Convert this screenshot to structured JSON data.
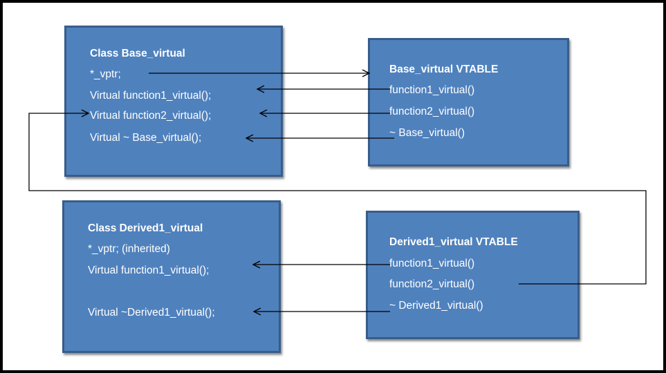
{
  "base_class": {
    "title": "Class Base_virtual",
    "vptr": "*_vptr;",
    "function1": "Virtual function1_virtual();",
    "function2": "Virtual function2_virtual();",
    "destructor": "Virtual ~ Base_virtual();"
  },
  "base_vtable": {
    "title": "Base_virtual  VTABLE",
    "function1": "function1_virtual()",
    "function2": "function2_virtual()",
    "destructor": "~ Base_virtual()"
  },
  "derived_class": {
    "title": "Class Derived1_virtual",
    "vptr": "*_vptr; (inherited)",
    "function1": "Virtual function1_virtual();",
    "destructor": "Virtual ~Derived1_virtual();"
  },
  "derived_vtable": {
    "title": "Derived1_virtual  VTABLE",
    "function1": "function1_virtual()",
    "function2": "function2_virtual()",
    "destructor": "~ Derived1_virtual()"
  },
  "colors": {
    "box_fill": "#4f81bd",
    "box_border": "#385d8a",
    "text": "#ffffff",
    "connector": "#000000"
  }
}
